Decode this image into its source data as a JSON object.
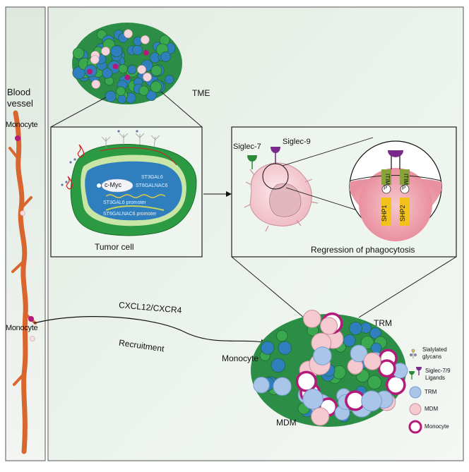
{
  "vessel": {
    "title_line1": "Blood",
    "title_line2": "vessel",
    "monocyte_top": "Monocyte",
    "monocyte_bottom": "Monocyte"
  },
  "tme": {
    "label": "TME"
  },
  "tumor_cell": {
    "caption": "Tumor cell",
    "cmyc": "c-Myc",
    "gene1": "ST3GAL6",
    "gene2": "ST6GALNAC6",
    "promoter1": "ST3GAL6 promoter",
    "promoter2": "ST6GALNAC6 promoter"
  },
  "phagocytosis": {
    "caption": "Regression of phagocytosis",
    "siglec7": "Siglec-7",
    "siglec9": "Siglec-9",
    "itim": "ITIM",
    "p": "P",
    "shp1": "SHP1",
    "shp2": "SHP2"
  },
  "recruitment": {
    "axis": "CXCL12/CXCR4",
    "label": "Recruitment"
  },
  "bottom_cluster": {
    "trm": "TRM",
    "monocyte": "Monocyte",
    "mdm": "MDM"
  },
  "legend": {
    "sialylated_line1": "Sialylated",
    "sialylated_line2": "glycans",
    "siglec_line1": "Siglec-7/9",
    "siglec_line2": "Ligands",
    "trm": "TRM",
    "mdm": "MDM",
    "monocyte": "Monocyte"
  },
  "colors": {
    "panel_bg": "#eaf2ea",
    "vessel": "#d9662e",
    "tumor_green": "#1f8f3a",
    "tumor_blue": "#2f7fbf",
    "monocyte_magenta": "#b5197a",
    "macrophage_pink": "#f4c9d0",
    "trm_blue": "#a9c6e8",
    "itim_olive": "#7a8c2a",
    "shp_yellow": "#f2c21b"
  }
}
